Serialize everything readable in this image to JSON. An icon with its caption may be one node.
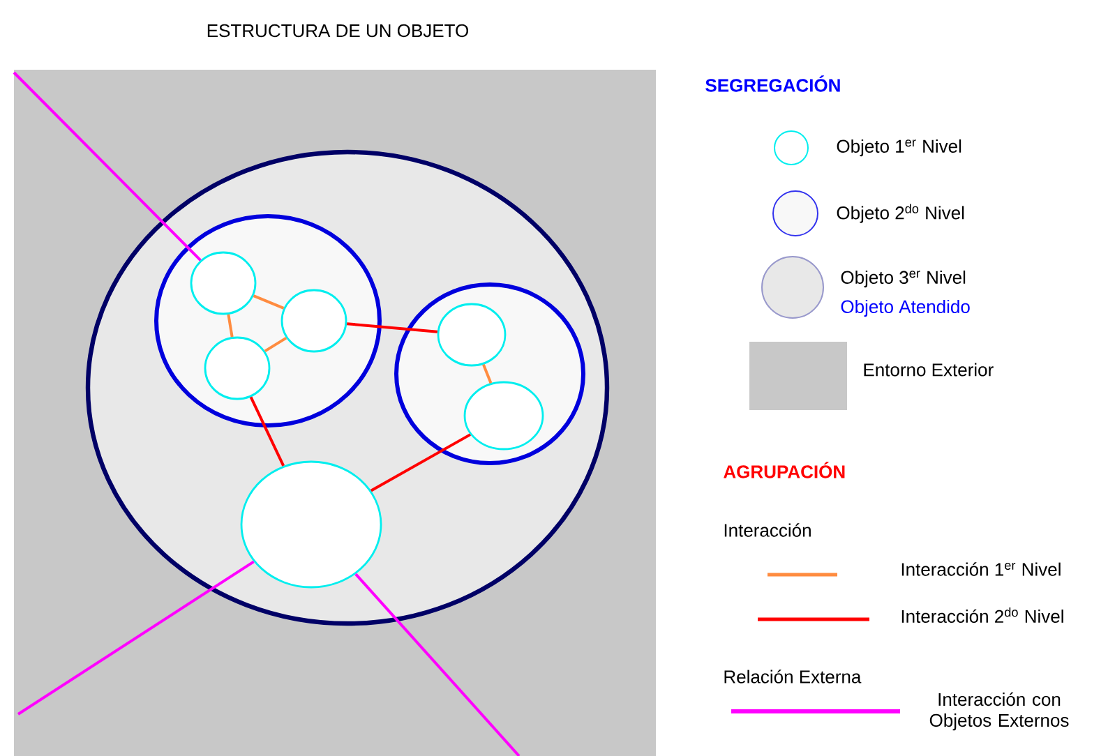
{
  "diagram": {
    "title": "ESTRUCTURA DE UN OBJETO",
    "nodes": [
      {
        "text": [],
        "shape": "box"
      },
      {
        "text": [],
        "shape": "circle",
        "in": 0
      },
      {
        "text": [],
        "shape": "circle",
        "in": 1
      },
      {
        "text": [],
        "shape": "circle",
        "in": 1
      },
      {
        "text": [],
        "shape": "circle",
        "in": 2
      },
      {
        "text": [],
        "shape": "circle",
        "in": 2
      },
      {
        "text": [],
        "shape": "circle",
        "in": 2
      },
      {
        "text": [],
        "shape": "circle",
        "in": 3
      },
      {
        "text": [],
        "shape": "circle",
        "in": 3
      },
      {
        "text": [],
        "shape": "circle",
        "in": 1
      }
    ],
    "edges": [
      {
        "from": 4,
        "to": 5,
        "arrow": "none"
      },
      {
        "from": 4,
        "to": 6,
        "arrow": "none"
      },
      {
        "from": 5,
        "to": 6,
        "arrow": "none"
      },
      {
        "from": 7,
        "to": 8,
        "arrow": "none"
      },
      {
        "from": 5,
        "to": 7,
        "arrow": "none",
        "color": "#ff0000"
      },
      {
        "from": 6,
        "to": 9,
        "arrow": "none",
        "color": "#ff0000"
      },
      {
        "from": 8,
        "to": 9,
        "arrow": "none",
        "color": "#ff0000"
      },
      {
        "from": null,
        "to": 4,
        "arrow": "none",
        "color": "#ff00ff"
      },
      {
        "from": 9,
        "to": null,
        "arrow": "none",
        "color": "#ff00ff"
      },
      {
        "from": 9,
        "to": null,
        "arrow": "none",
        "color": "#ff00ff"
      }
    ],
    "labels": [
      "SEGREGACIÓN",
      "Objeto Atendido",
      "AGRUPACIÓN",
      "Interacción",
      "Relación Externa"
    ],
    "legend": [
      {
        "text": "Objeto 1$^{er}$ Nivel"
      },
      {
        "text": "Objeto 2$^{do}$ Nivel"
      },
      {
        "text": "Objeto 3$^{er}$ Nivel"
      },
      {
        "text": "Entorno Exterior",
        "color": "#c8c8c8"
      },
      {
        "text": "Interacción 1$^{er}$ Nivel"
      },
      {
        "text": "Interacción 2$^{do}$ Nivel"
      },
      {
        "text": "Interacción con Objetos Externos"
      }
    ]
  }
}
